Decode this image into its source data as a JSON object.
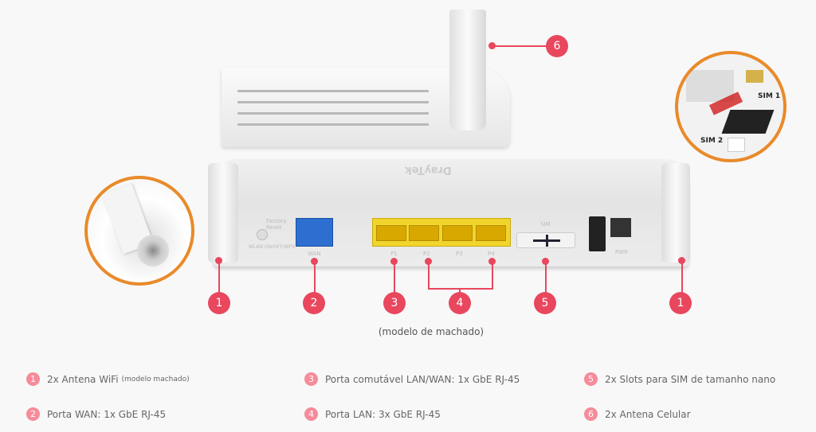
{
  "colors": {
    "accent": "#e8475e",
    "legend_badge": "#f68b99",
    "inset_border": "#e98a2a"
  },
  "router": {
    "port_labels": {
      "factory_reset": "Factory Reset",
      "wlan": "WLAN ON/OFF/WPS",
      "wan": "WAN",
      "p1": "P1",
      "p2": "P2",
      "p3": "P3",
      "p4": "P4",
      "sim": "SIM",
      "pwr": "PWR"
    },
    "brand": "DrayTek"
  },
  "sim_inset": {
    "sim1": "SIM 1",
    "sim2": "SIM 2"
  },
  "callouts": [
    "1",
    "2",
    "3",
    "4",
    "5",
    "1",
    "6"
  ],
  "caption": "(modelo de machado)",
  "legend": [
    {
      "num": "1",
      "text": "2x Antena WiFi",
      "note": "(modelo machado)"
    },
    {
      "num": "2",
      "text": "Porta WAN: 1x GbE RJ-45"
    },
    {
      "num": "3",
      "text": "Porta comutável LAN/WAN: 1x GbE RJ-45"
    },
    {
      "num": "4",
      "text": "Porta LAN: 3x GbE RJ-45"
    },
    {
      "num": "5",
      "text": "2x Slots para SIM de tamanho nano"
    },
    {
      "num": "6",
      "text": "2x Antena Celular"
    }
  ]
}
